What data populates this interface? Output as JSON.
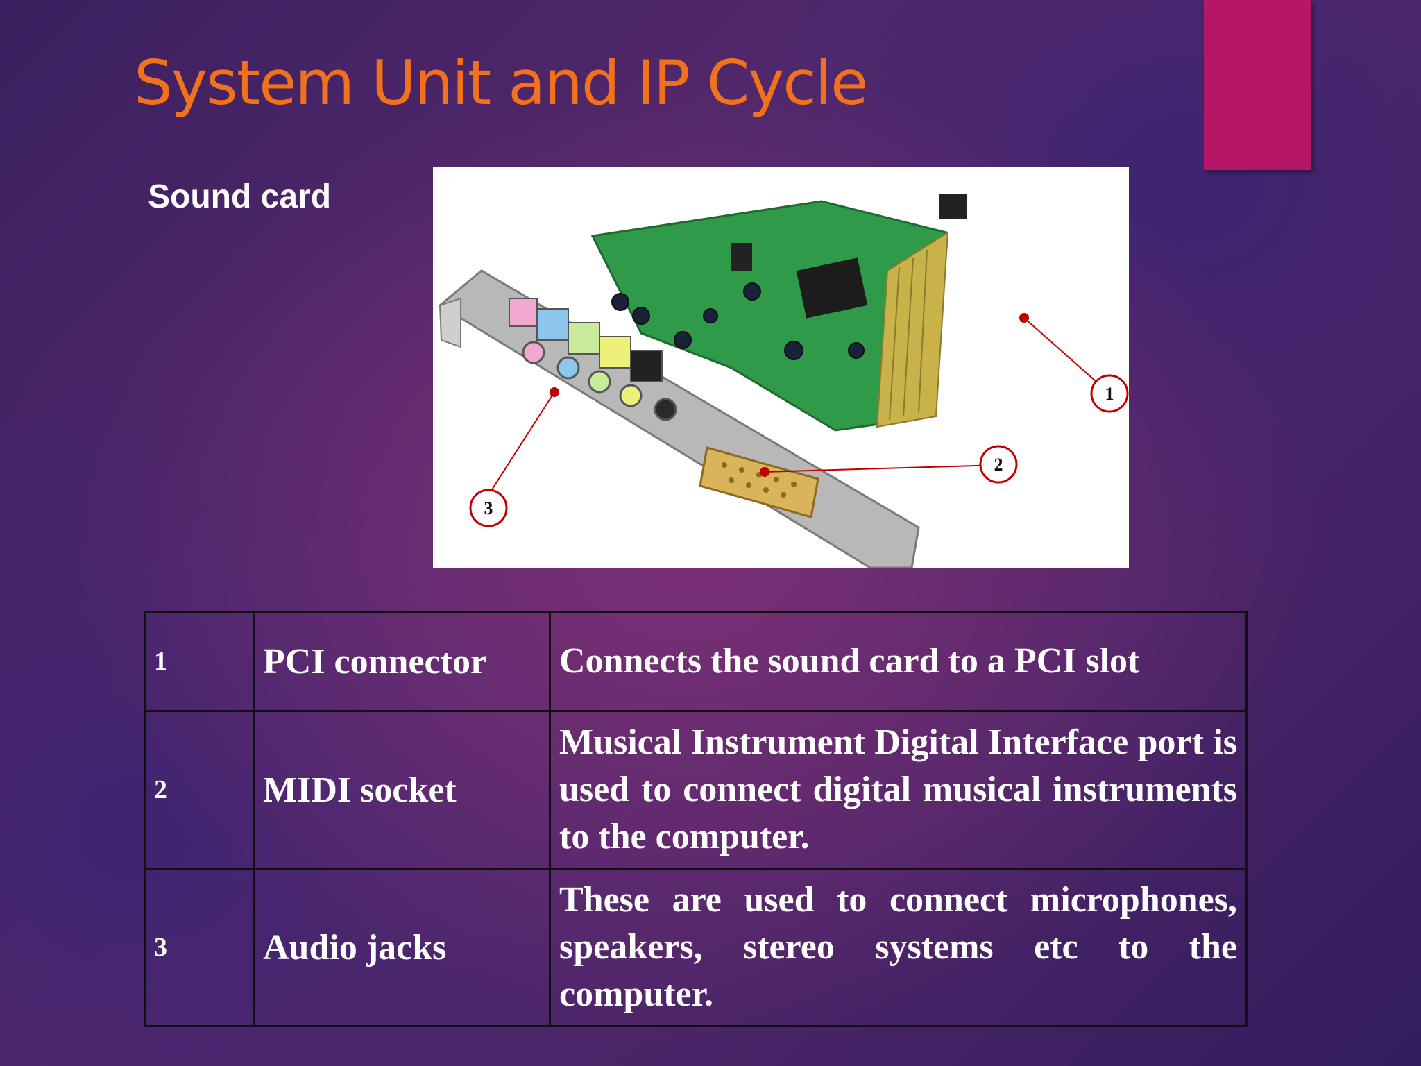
{
  "slide": {
    "title": "System Unit and IP Cycle",
    "subtitle": "Sound card",
    "accent_color": "#b51766",
    "title_color": "#f2711c"
  },
  "figure": {
    "callouts": [
      "1",
      "2",
      "3"
    ],
    "callout_color": "#c00000"
  },
  "table": {
    "rows": [
      {
        "num": "1",
        "name": "PCI connector",
        "desc": "Connects the sound card to a PCI slot"
      },
      {
        "num": "2",
        "name": "MIDI socket",
        "desc": "Musical Instrument Digital Interface port is used to connect digital musical instruments to the computer."
      },
      {
        "num": "3",
        "name": "Audio jacks",
        "desc": "These are used to connect microphones, speakers, stereo systems etc to the computer."
      }
    ]
  }
}
